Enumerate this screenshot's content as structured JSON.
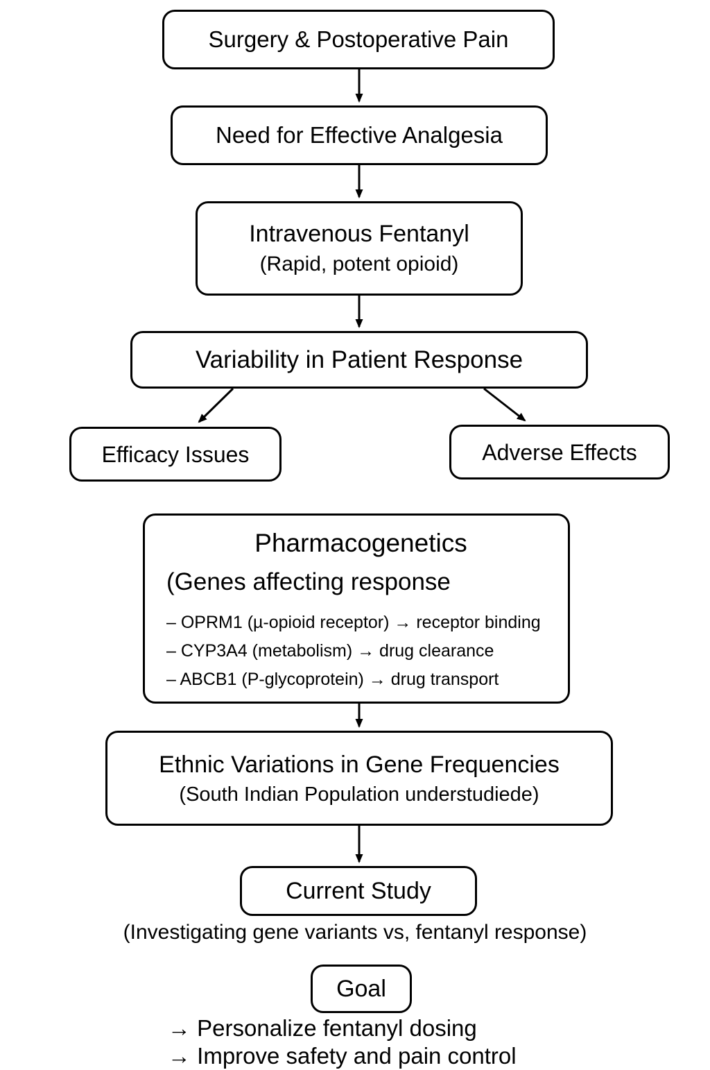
{
  "page": {
    "background_color": "#ffffff",
    "ink_color": "#000000",
    "kind": "flowchart"
  },
  "flowchart": {
    "nodes": {
      "surgery": {
        "title": "Surgery & Postoperative Pain"
      },
      "analgesia": {
        "title": "Need for Effective Analgesia"
      },
      "fentanyl": {
        "title": "Intravenous Fentanyl",
        "subtitle": "(Rapid, potent opioid)"
      },
      "variability": {
        "title": "Variability in Patient Response"
      },
      "efficacy": {
        "title": "Efficacy Issues"
      },
      "adverse": {
        "title": "Adverse Effects"
      },
      "pharmacogenetics": {
        "title": "Pharmacogenetics",
        "subtitle": "(Genes affecting response",
        "genes": [
          "– OPRM1 (µ-opioid receptor) → receptor binding",
          "– CYP3A4 (metabolism) → drug clearance",
          "– ABCB1 (P-glycoprotein) → drug transport"
        ]
      },
      "ethnic_variations": {
        "title": "Ethnic Variations in Gene Frequencies",
        "subtitle": "(South Indian Population understudiede)"
      },
      "current_study": {
        "title": "Current Study",
        "caption": "(Investigating gene variants vs, fentanyl response)"
      },
      "goal": {
        "title": "Goal",
        "outcomes": [
          "→ Personalize fentanyl dosing",
          "→ Improve safety and pain control"
        ]
      }
    }
  }
}
